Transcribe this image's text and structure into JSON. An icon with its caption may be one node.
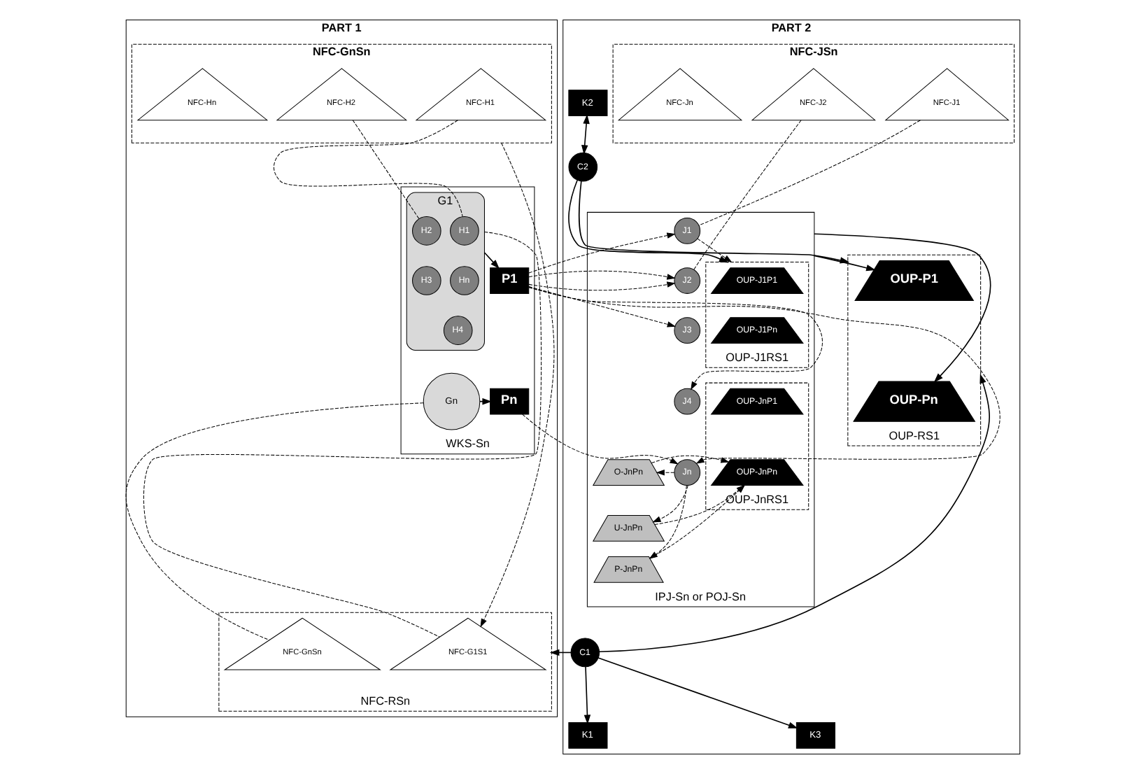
{
  "diagram": {
    "nodes": [
      {
        "text": [
          "PART 1"
        ]
      },
      {
        "text": [
          "NFC-GnSn"
        ],
        "in": 0
      },
      {
        "text": [
          "NFC-H1"
        ],
        "in": 1
      },
      {
        "text": [
          "NFC-H2"
        ],
        "in": 1
      },
      {
        "text": [
          "NFC-Hn"
        ],
        "in": 1
      },
      {
        "text": [
          "WKS-Sn"
        ],
        "in": 0
      },
      {
        "text": [
          "G1"
        ],
        "in": 5
      },
      {
        "text": [
          "H1"
        ],
        "in": 6
      },
      {
        "text": [
          "H2"
        ],
        "in": 6
      },
      {
        "text": [
          "Hn"
        ],
        "in": 6
      },
      {
        "text": [
          "H3"
        ],
        "in": 6
      },
      {
        "text": [
          "H4"
        ],
        "in": 6
      },
      {
        "text": [
          "P1"
        ],
        "in": 5
      },
      {
        "text": [
          "Gn"
        ],
        "in": 5
      },
      {
        "text": [
          "Pn"
        ],
        "in": 5
      },
      {
        "text": [
          "NFC-RSn"
        ],
        "in": 0
      },
      {
        "text": [
          "NFC-G1S1"
        ],
        "in": 15
      },
      {
        "text": [
          "NFC-GnSn"
        ],
        "in": 15
      },
      {
        "text": [
          "PART 2"
        ]
      },
      {
        "text": [
          "NFC-JSn"
        ],
        "in": 18
      },
      {
        "text": [
          "NFC-J1"
        ],
        "in": 19
      },
      {
        "text": [
          "NFC-J2"
        ],
        "in": 19
      },
      {
        "text": [
          "NFC-Jn"
        ],
        "in": 19
      },
      {
        "text": [
          "K2"
        ],
        "in": 18
      },
      {
        "text": [
          "C2"
        ],
        "in": 18
      },
      {
        "text": [
          "IPJ-Sn or POJ-Sn"
        ],
        "in": 18
      },
      {
        "text": [
          "J1"
        ],
        "in": 25
      },
      {
        "text": [
          "J2"
        ],
        "in": 25
      },
      {
        "text": [
          "J3"
        ],
        "in": 25
      },
      {
        "text": [
          "J4"
        ],
        "in": 25
      },
      {
        "text": [
          "Jn"
        ],
        "in": 25
      },
      {
        "text": [
          "O-JnPn"
        ],
        "in": 25
      },
      {
        "text": [
          "U-JnPn"
        ],
        "in": 25
      },
      {
        "text": [
          "P-JnPn"
        ],
        "in": 25
      },
      {
        "text": [
          "OUP-J1RS1"
        ],
        "in": 25
      },
      {
        "text": [
          "OUP-J1P1"
        ],
        "in": 34
      },
      {
        "text": [
          "OUP-J1Pn"
        ],
        "in": 34
      },
      {
        "text": [
          "OUP-JnRS1"
        ],
        "in": 25
      },
      {
        "text": [
          "OUP-JnP1"
        ],
        "in": 37
      },
      {
        "text": [
          "OUP-JnPn"
        ],
        "in": 37
      },
      {
        "text": [
          "OUP-RS1"
        ],
        "in": 18
      },
      {
        "text": [
          "OUP-P1"
        ],
        "in": 40
      },
      {
        "text": [
          "OUP-Pn"
        ],
        "in": 40
      },
      {
        "text": [
          "C1"
        ],
        "in": 18
      },
      {
        "text": [
          "K1"
        ],
        "in": 18
      },
      {
        "text": [
          "K3"
        ],
        "in": 18
      }
    ],
    "edges": [
      {
        "from": 2,
        "to": 7,
        "arrow": "none",
        "style": "dashed"
      },
      {
        "from": 3,
        "to": 8,
        "arrow": "none",
        "style": "dashed"
      },
      {
        "from": 1,
        "to": 16,
        "arrow": "to",
        "style": "dashed"
      },
      {
        "from": 6,
        "to": 12,
        "arrow": "to"
      },
      {
        "from": 13,
        "to": 14,
        "arrow": "to"
      },
      {
        "from": 6,
        "to": 16,
        "arrow": "none",
        "style": "dashed"
      },
      {
        "from": 13,
        "to": 17,
        "arrow": "none",
        "style": "dashed"
      },
      {
        "from": 12,
        "to": 26,
        "arrow": "to",
        "style": "dashed"
      },
      {
        "from": 12,
        "to": 27,
        "arrow": "to",
        "style": "dashed"
      },
      {
        "from": 12,
        "to": 28,
        "arrow": "to",
        "style": "dashed"
      },
      {
        "from": 12,
        "to": 29,
        "arrow": "to",
        "style": "dashed"
      },
      {
        "from": 12,
        "to": 30,
        "arrow": "to",
        "style": "dashed"
      },
      {
        "from": 14,
        "to": 30,
        "arrow": "to",
        "style": "dashed"
      },
      {
        "from": 20,
        "to": 26,
        "arrow": "none",
        "style": "dashed"
      },
      {
        "from": 21,
        "to": 27,
        "arrow": "none",
        "style": "dashed"
      },
      {
        "from": 26,
        "to": 34,
        "arrow": "to",
        "style": "dashed"
      },
      {
        "from": 30,
        "to": 31,
        "arrow": "to",
        "style": "dashed"
      },
      {
        "from": 30,
        "to": 32,
        "arrow": "to",
        "style": "dashed"
      },
      {
        "from": 30,
        "to": 33,
        "arrow": "to",
        "style": "dashed"
      },
      {
        "from": 31,
        "to": 39,
        "arrow": "to",
        "style": "dashed"
      },
      {
        "from": 32,
        "to": 39,
        "arrow": "to",
        "style": "dashed"
      },
      {
        "from": 33,
        "to": 39,
        "arrow": "to",
        "style": "dashed"
      },
      {
        "from": 23,
        "to": 24,
        "arrow": "both"
      },
      {
        "from": 24,
        "to": 34,
        "arrow": "to"
      },
      {
        "from": 24,
        "to": 40,
        "arrow": "to"
      },
      {
        "from": 25,
        "to": 41,
        "arrow": "to"
      },
      {
        "from": 25,
        "to": 42,
        "arrow": "to"
      },
      {
        "from": 43,
        "to": 40,
        "arrow": "to"
      },
      {
        "from": 43,
        "to": 15,
        "arrow": "to"
      },
      {
        "from": 43,
        "to": 44,
        "arrow": "to"
      },
      {
        "from": 43,
        "to": 45,
        "arrow": "to"
      }
    ]
  }
}
